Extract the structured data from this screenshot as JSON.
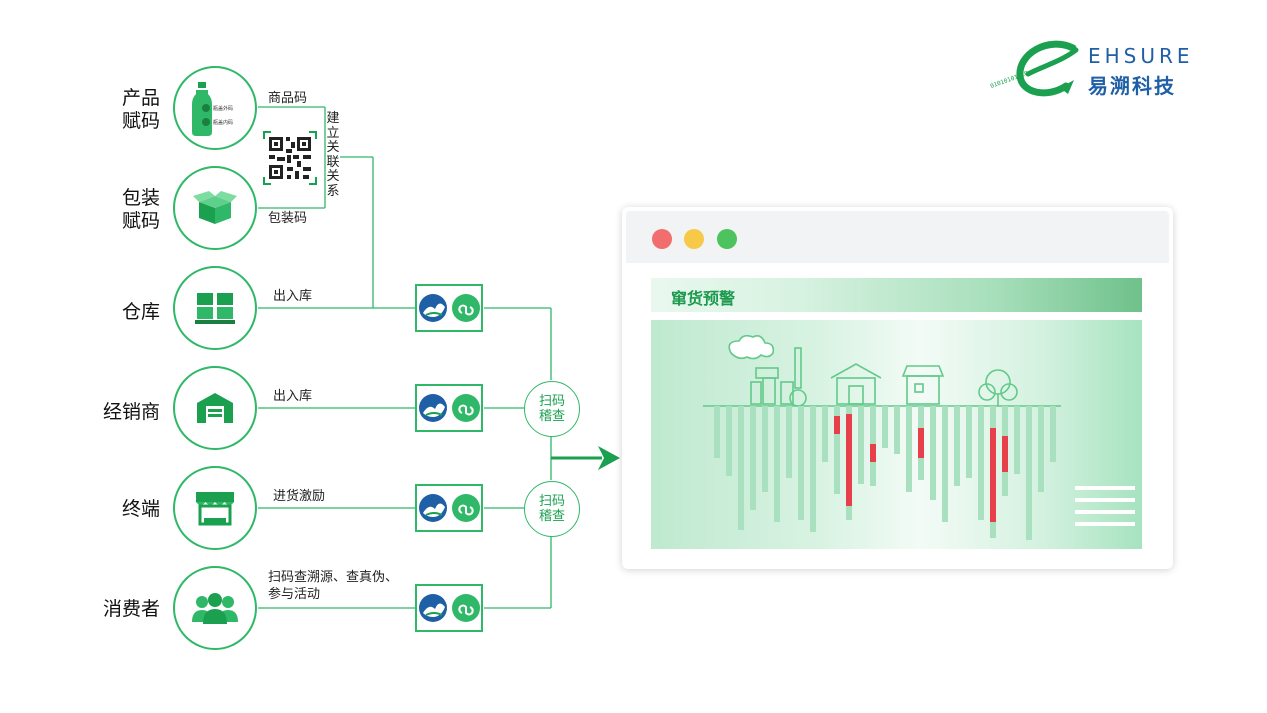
{
  "logo": {
    "brand_en": "EHSURE",
    "brand_cn": "易溯科技",
    "binary": "01010101010"
  },
  "rows": [
    {
      "label": "产品\n赋码",
      "icon": "bottle-icon"
    },
    {
      "label": "包装\n赋码",
      "icon": "box-icon"
    },
    {
      "label": "仓库",
      "icon": "warehouse-icon"
    },
    {
      "label": "经销商",
      "icon": "store-icon"
    },
    {
      "label": "终端",
      "icon": "shop-icon"
    },
    {
      "label": "消费者",
      "icon": "users-icon"
    }
  ],
  "product_tags": {
    "outer": "瓶盖外码",
    "inner": "瓶盖内码"
  },
  "edges": {
    "product_code": "商品码",
    "package_code": "包装码",
    "associate": "建立关联关系",
    "warehouse": "出入库",
    "dealer": "出入库",
    "terminal": "进货激励",
    "consumer_line1": "扫码查溯源、查真伪、",
    "consumer_line2": "参与活动"
  },
  "scan_check": {
    "line1": "扫码",
    "line2": "稽查"
  },
  "panel": {
    "title": "窜货预警"
  },
  "colors": {
    "accent": "#2fb867",
    "alert": "#e8404a",
    "brand": "#1f5fa5",
    "dot_red": "#f26d6d",
    "dot_yellow": "#f7c948",
    "dot_green": "#4cc35e"
  }
}
